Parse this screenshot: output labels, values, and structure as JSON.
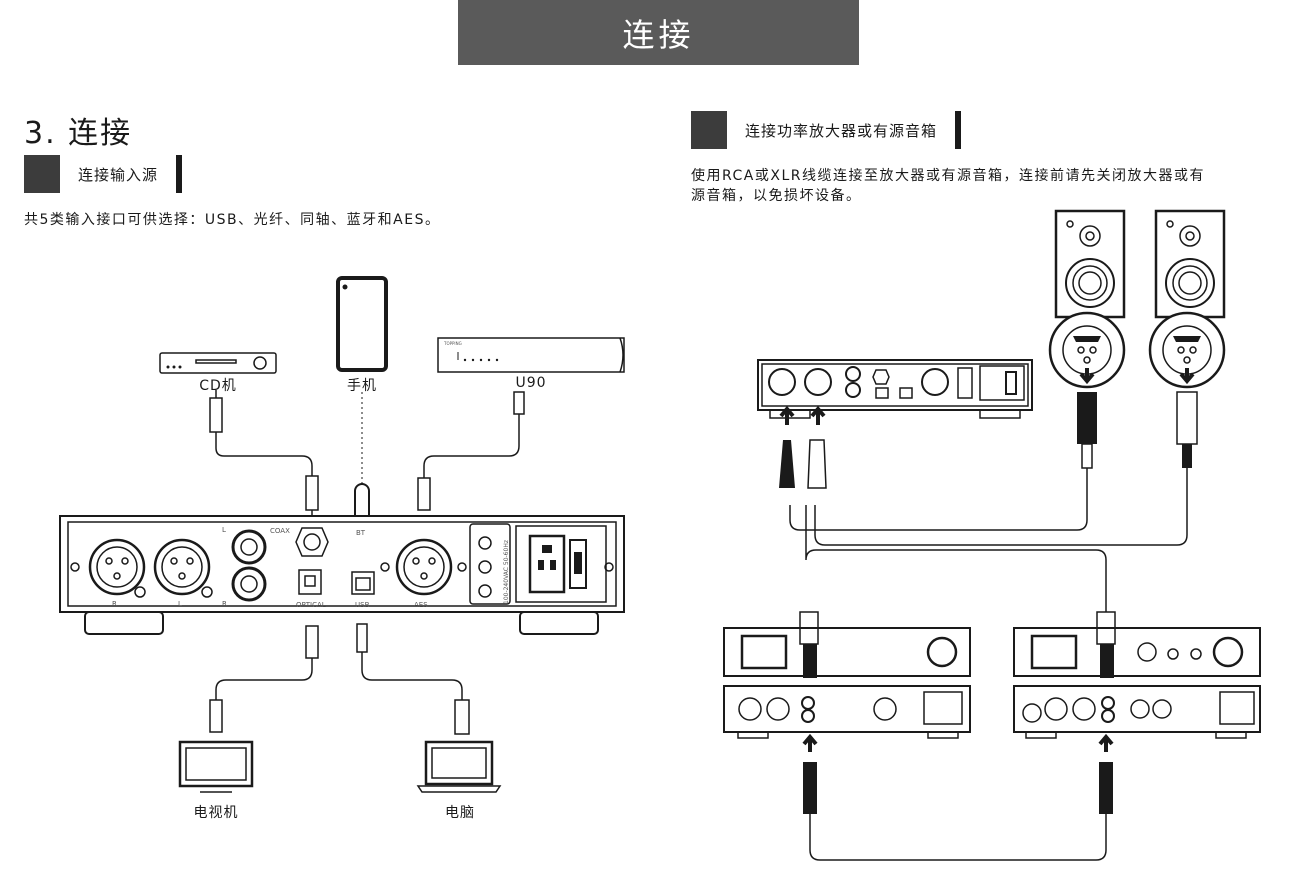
{
  "banner": {
    "title": "连接"
  },
  "section": {
    "title": "3. 连接"
  },
  "left": {
    "tag": "连接输入源",
    "desc": "共5类输入接口可供选择：USB、光纤、同轴、蓝牙和AES。",
    "devices": {
      "cd": "CD机",
      "phone": "手机",
      "u90": "U90",
      "tv": "电视机",
      "pc": "电脑"
    },
    "panel_labels": {
      "coax": "COAX",
      "optical": "OPTICAL",
      "usb": "USB",
      "aes": "AES",
      "bt": "BT",
      "r1": "R",
      "l1": "L",
      "l2": "L",
      "r2": "R",
      "voltage": "100-240VAC 50-60Hz",
      "brand": "TOPPING"
    }
  },
  "right": {
    "tag": "连接功率放大器或有源音箱",
    "desc_line1": "使用RCA或XLR线缆连接至放大器或有源音箱，连接前请先关闭放大器或有",
    "desc_line2": "源音箱，以免损坏设备。"
  }
}
